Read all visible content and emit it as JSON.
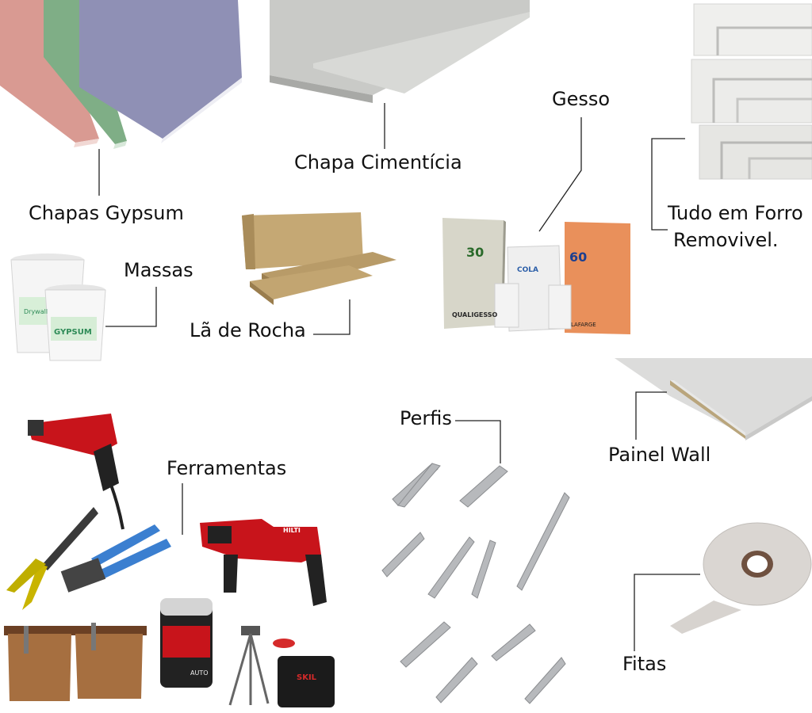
{
  "labels": {
    "chapas_gypsum": "Chapas Gypsum",
    "chapa_cimenticia": "Chapa Cimentícia",
    "gesso": "Gesso",
    "tudo_em_forro_line1": "Tudo em Forro",
    "tudo_em_forro_line2": "Removivel.",
    "massas": "Massas",
    "la_de_rocha": "Lã de Rocha",
    "painel_wall": "Painel Wall",
    "perfis": "Perfis",
    "ferramentas": "Ferramentas",
    "fitas": "Fitas"
  },
  "product_text": {
    "bucket_brand_top": "Drywall",
    "bucket_brand": "GYPSUM",
    "bag_30_number": "30",
    "bag_60_number": "60",
    "bag_brand": "QUALIGESSO",
    "bag_cola": "COLA",
    "bag_maker": "LAFARGE",
    "drill_brand": "HILTI",
    "laser_brand": "AUTO",
    "case_brand": "SKIL"
  },
  "colors": {
    "text": "#111111",
    "leader": "#222222",
    "board_pink": "#d99a92",
    "board_green": "#7fae86",
    "board_blue": "#8f90b5",
    "cement_board": "#c9cac7",
    "rock_wool": "#b89b68",
    "bag_orange": "#e9905b",
    "tool_red": "#c8141b",
    "handle_blue": "#3b7fd0",
    "handle_yellow": "#c9b400",
    "metal": "#b7b9bc",
    "tape": "#d7d3cf",
    "leather": "#a66f40"
  }
}
